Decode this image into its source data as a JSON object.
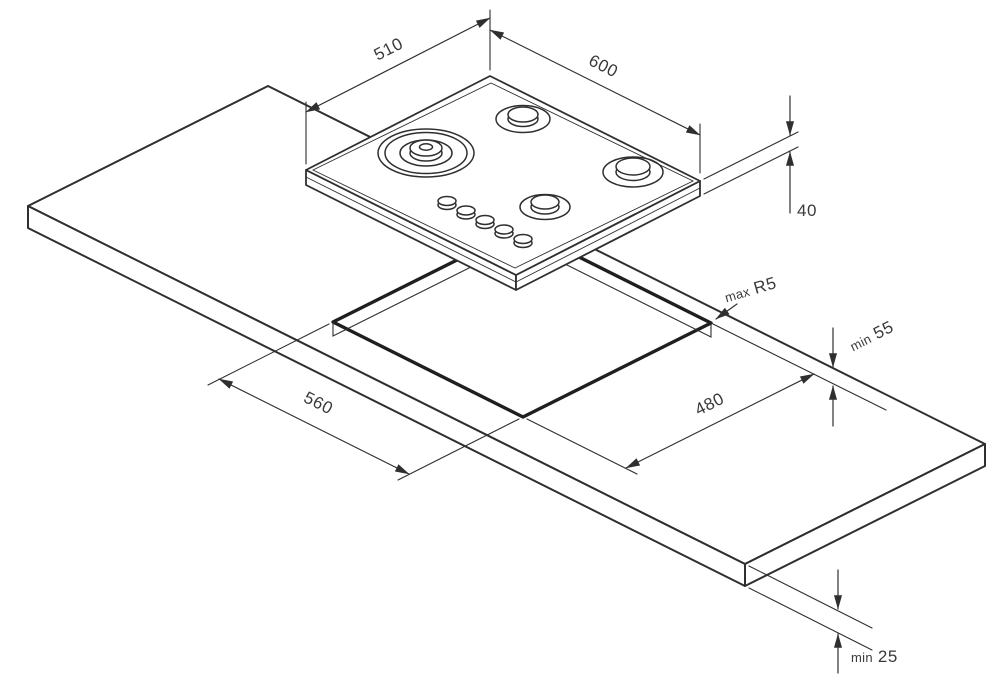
{
  "diagram": {
    "kind": "technical installation drawing",
    "subject": "built-in 4-burner gas hob with worktop cutout dimensions (mm)",
    "dims": {
      "hob_depth": {
        "value": "510"
      },
      "hob_width": {
        "value": "600"
      },
      "hob_height": {
        "value": "40"
      },
      "cutout_length": {
        "value": "560"
      },
      "cutout_width": {
        "value": "480"
      },
      "corner_radius": {
        "prefix": "max",
        "value": "R5"
      },
      "rear_clearance": {
        "prefix": "min",
        "value": "55"
      },
      "panel_thickness": {
        "prefix": "min",
        "value": "25"
      }
    }
  }
}
